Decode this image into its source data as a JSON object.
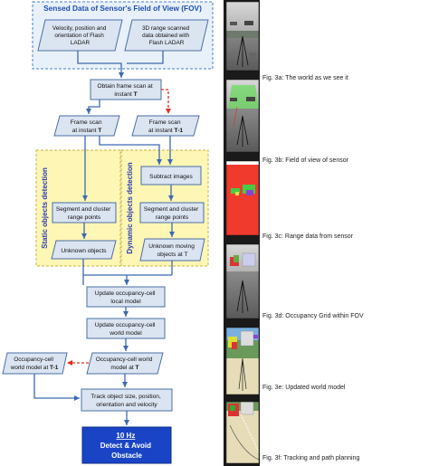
{
  "flowchart": {
    "header_title": "Sensed Data of Sensor's Field of View (FOV)",
    "velocity_box": [
      "Velocity, position and",
      "orientation of Flash",
      "LADAR"
    ],
    "range_box": [
      "3D range scanned",
      "data obtained with",
      "Flash LADAR"
    ],
    "obtain_box": [
      "Obtain frame scan at",
      "instant ",
      "T"
    ],
    "frame_t_box": [
      "Frame scan",
      "at instant ",
      "T"
    ],
    "frame_t1_box": [
      "Frame scan",
      "at instant ",
      "T-1"
    ],
    "static_label": "Static objects detection",
    "dynamic_label": "Dynamic objects detection",
    "subtract_box": "Subtract images",
    "segment_static_box": [
      "Segment and cluster",
      "range points"
    ],
    "segment_dynamic_box": [
      "Segment and cluster",
      "range points"
    ],
    "unknown_objects_box": "Unknown objects",
    "unknown_moving_box": [
      "Unknown moving",
      "objects at T"
    ],
    "update_local_box": [
      "Update occupancy-cell",
      "local model"
    ],
    "update_world_box": [
      "Update occupancy-cell",
      "world model"
    ],
    "world_model_t_box": [
      "Occupancy-cell world",
      "model at ",
      "T"
    ],
    "world_model_t1_box": [
      "Occupancy-cell",
      "world model at ",
      "T-1"
    ],
    "track_box": [
      "Track object size, position,",
      "orientation and velocity"
    ],
    "final_box": [
      "10 Hz",
      "Detect & Avoid",
      "Obstacle"
    ]
  },
  "figures": [
    {
      "caption": "Fig. 3a:  The world as we see it"
    },
    {
      "caption": "Fig. 3b:  Field of view of sensor"
    },
    {
      "caption": "Fig. 3c:  Range data from sensor"
    },
    {
      "caption": "Fig. 3d:  Occupancy Grid within FOV"
    },
    {
      "caption": "Fig. 3e:  Updated world model"
    },
    {
      "caption": "Fig. 3f:  Tracking and path planning"
    }
  ],
  "colors": {
    "box_fill": "#dbe4f1",
    "box_stroke": "#4a6fa5",
    "header_fill": "#e8f1fa",
    "header_title": "#1f4fb0",
    "detect_fill": "#fdf6b5",
    "detect_stroke": "#c9b43a",
    "arrow": "#3c6ab0",
    "dashed_arrow": "#e03020",
    "final_fill": "#1a44c6",
    "range_red": "#f03a2e",
    "fov_green": "#55dd44"
  }
}
